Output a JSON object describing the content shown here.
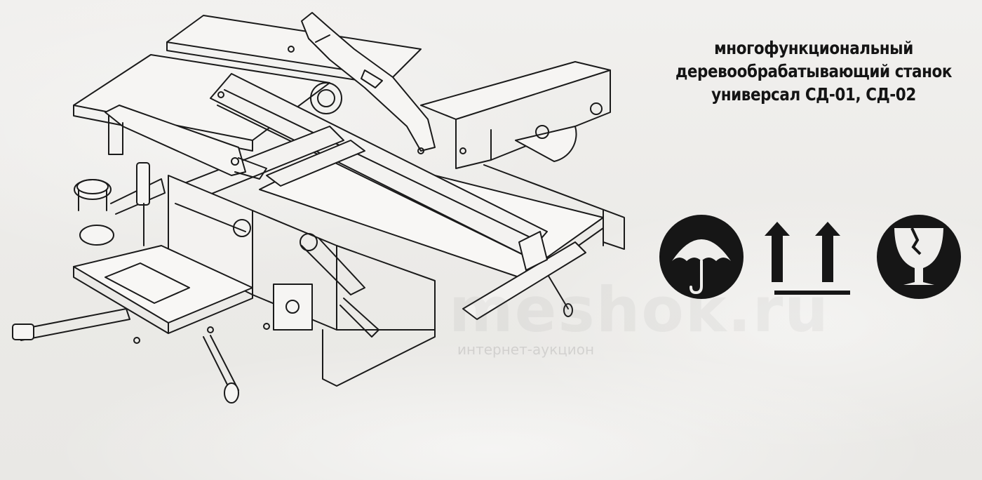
{
  "document": {
    "title_lines": [
      "многофункциональный",
      "деревообрабатывающий станок",
      "универсал СД-01, СД-02"
    ]
  },
  "symbols": [
    {
      "icon": "umbrella-icon",
      "meaning": "keep dry"
    },
    {
      "icon": "this-way-up-icon",
      "meaning": "this way up"
    },
    {
      "icon": "fragile-glass-icon",
      "meaning": "fragile"
    }
  ],
  "watermark": {
    "main": "meshok.ru",
    "sub": "интернет-аукцион"
  },
  "colors": {
    "ink": "#141414",
    "paper": "#efeeec"
  }
}
